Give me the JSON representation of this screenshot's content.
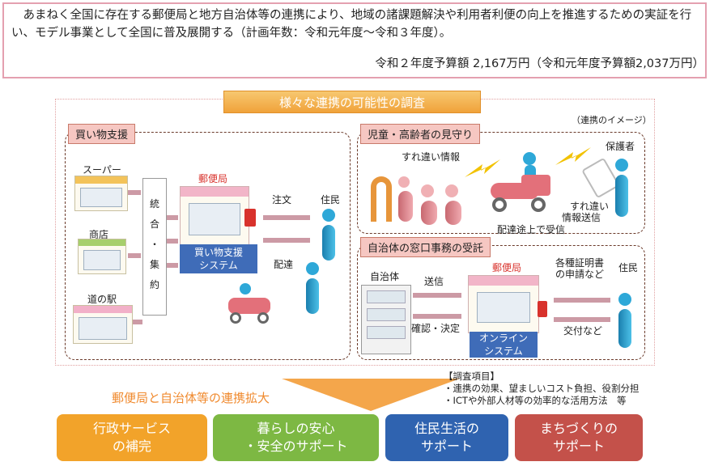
{
  "intro": {
    "text": "　あまねく全国に存在する郵便局と地方自治体等の連携により、地域の諸課題解決や利用者利便の向上を推進するための実証を行い、モデル事業として全国に普及展開する（計画年数：令和元年度〜令和３年度）。",
    "budget": "令和２年度予算額 2,167万円（令和元年度予算額2,037万円）"
  },
  "banner": "様々な連携の可能性の調査",
  "image_note": "（連携のイメージ）",
  "shopping": {
    "title": "買い物支援",
    "stores": [
      "スーパー",
      "商店",
      "道の駅"
    ],
    "aggregate": [
      "統",
      "合",
      "・",
      "集",
      "約"
    ],
    "post_office": "郵便局",
    "system_line1": "買い物支援",
    "system_line2": "システム",
    "order": "注文",
    "resident": "住民",
    "delivery": "配達"
  },
  "watch": {
    "title": "児童・高齢者の見守り",
    "passing_info": "すれ違い情報",
    "guardian": "保護者",
    "passing_send_1": "すれ違い",
    "passing_send_2": "情報送信",
    "receive": "配達途上で受信"
  },
  "counter": {
    "title": "自治体の窓口事務の受託",
    "municipality": "自治体",
    "post_office": "郵便局",
    "certificates_1": "各種証明書",
    "certificates_2": "の申請など",
    "resident": "住民",
    "send": "送信",
    "confirm": "確認・決定",
    "deliver": "交付など",
    "system_line1": "オンライン",
    "system_line2": "システム"
  },
  "expansion": "郵便局と自治体等の連携拡大",
  "survey": {
    "title": "【調査項目】",
    "item1": "・連携の効果、望ましいコスト負担、役割分担",
    "item2": "・ICTや外部人材等の効率的な活用方法　等"
  },
  "outcomes": [
    {
      "line1": "行政サービス",
      "line2": "の補完",
      "color": "#f2a32a"
    },
    {
      "line1": "暮らしの安心",
      "line2": "・安全のサポート",
      "color": "#7db843"
    },
    {
      "line1": "住民生活の",
      "line2": "サポート",
      "color": "#2f63b0"
    },
    {
      "line1": "まちづくりの",
      "line2": "サポート",
      "color": "#c4514a"
    }
  ]
}
